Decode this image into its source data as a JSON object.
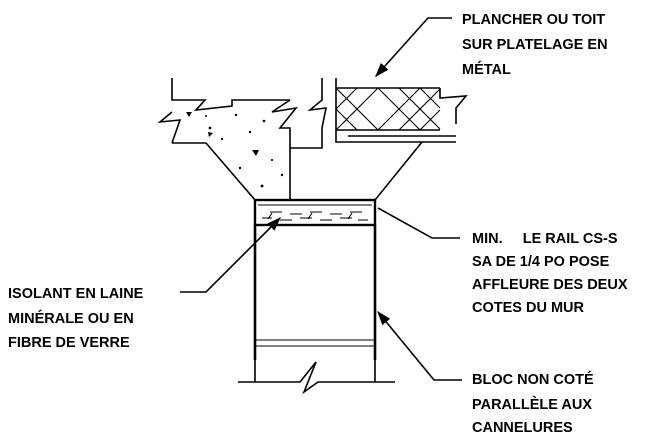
{
  "labels": {
    "floor_roof": [
      "PLANCHER OU TOIT",
      "SUR PLATELAGE EN",
      "MÉTAL"
    ],
    "rail": [
      "MIN.     LE RAIL CS-S",
      "SA DE 1/4 PO POSE",
      "AFFLEURE DES DEUX",
      "COTES DU MUR"
    ],
    "insulation": [
      "ISOLANT EN LAINE",
      "MINÉRALE OU EN",
      "FIBRE DE VERRE"
    ],
    "block": [
      "BLOC NON COTÉ",
      "PARALLÈLE AUX",
      "CANNELURES"
    ]
  }
}
